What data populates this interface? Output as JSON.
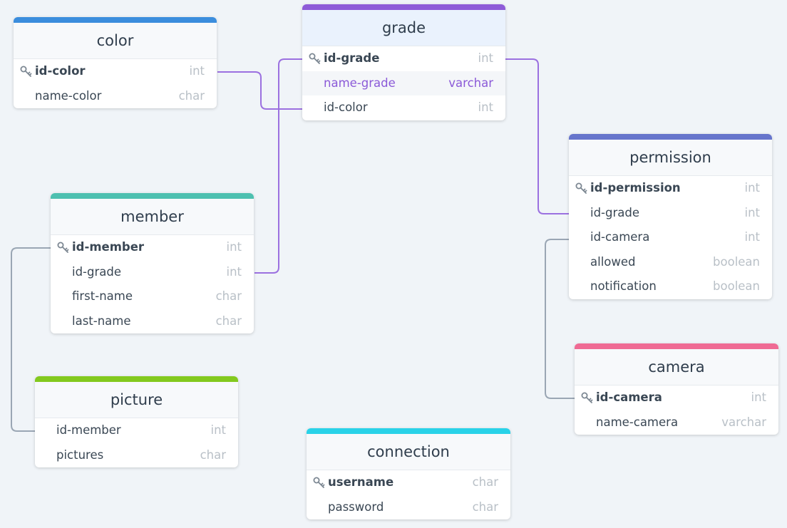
{
  "tables": {
    "color": {
      "title": "color",
      "accent": "#3b8ddd",
      "fields": [
        {
          "name": "id-color",
          "type": "int",
          "pk": true
        },
        {
          "name": "name-color",
          "type": "char"
        }
      ]
    },
    "grade": {
      "title": "grade",
      "accent": "#8e5bd8",
      "fields": [
        {
          "name": "id-grade",
          "type": "int",
          "pk": true
        },
        {
          "name": "name-grade",
          "type": "varchar",
          "highlighted": true
        },
        {
          "name": "id-color",
          "type": "int"
        }
      ]
    },
    "member": {
      "title": "member",
      "accent": "#4dc0b0",
      "fields": [
        {
          "name": "id-member",
          "type": "int",
          "pk": true
        },
        {
          "name": "id-grade",
          "type": "int"
        },
        {
          "name": "first-name",
          "type": "char"
        },
        {
          "name": "last-name",
          "type": "char"
        }
      ]
    },
    "permission": {
      "title": "permission",
      "accent": "#6675cc",
      "fields": [
        {
          "name": "id-permission",
          "type": "int",
          "pk": true
        },
        {
          "name": "id-grade",
          "type": "int"
        },
        {
          "name": "id-camera",
          "type": "int"
        },
        {
          "name": "allowed",
          "type": "boolean"
        },
        {
          "name": "notification",
          "type": "boolean"
        }
      ]
    },
    "picture": {
      "title": "picture",
      "accent": "#83c91e",
      "fields": [
        {
          "name": "id-member",
          "type": "int"
        },
        {
          "name": "pictures",
          "type": "char"
        }
      ]
    },
    "connection": {
      "title": "connection",
      "accent": "#29d2e8",
      "fields": [
        {
          "name": "username",
          "type": "char",
          "pk": true
        },
        {
          "name": "password",
          "type": "char"
        }
      ]
    },
    "camera": {
      "title": "camera",
      "accent": "#ef6a94",
      "fields": [
        {
          "name": "id-camera",
          "type": "int",
          "pk": true
        },
        {
          "name": "name-camera",
          "type": "varchar"
        }
      ]
    }
  },
  "relations": [
    {
      "from": "color.id-color",
      "to": "grade.id-color",
      "color": "#9b70e0"
    },
    {
      "from": "grade.id-grade",
      "to": "member.id-grade",
      "color": "#9b70e0"
    },
    {
      "from": "grade.id-grade",
      "to": "permission.id-grade",
      "color": "#9b70e0"
    },
    {
      "from": "member.id-member",
      "to": "picture.id-member",
      "color": "#9aa6b4"
    },
    {
      "from": "camera.id-camera",
      "to": "permission.id-camera",
      "color": "#9aa6b4"
    }
  ]
}
